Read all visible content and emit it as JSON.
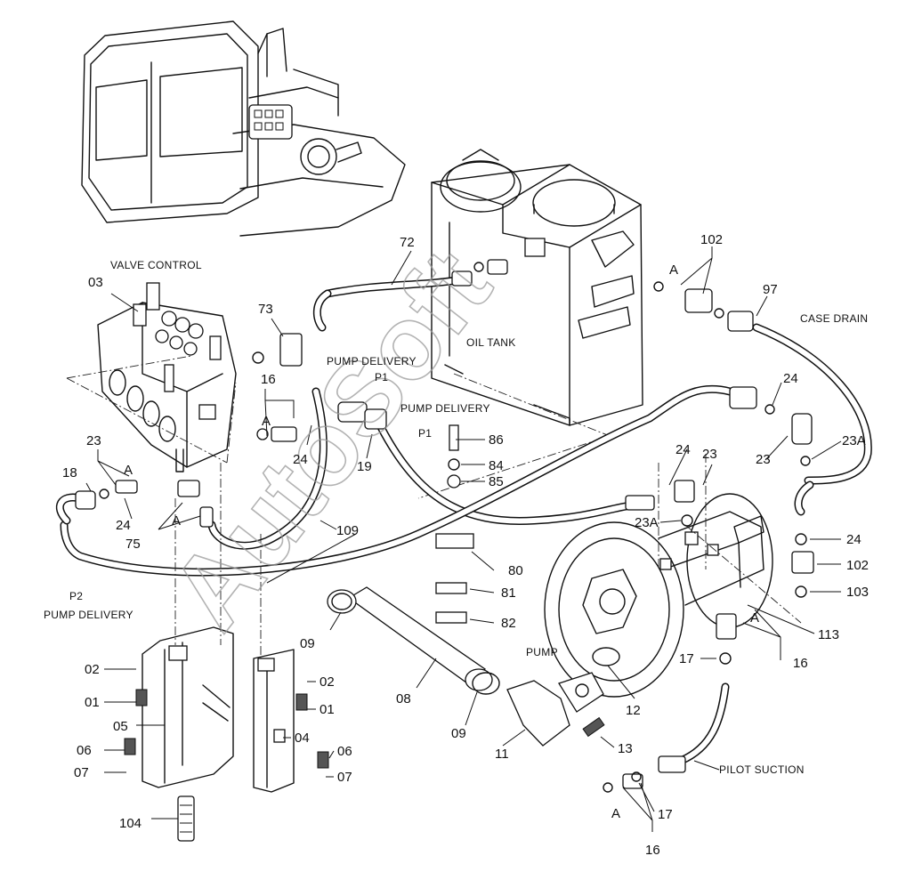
{
  "captions": {
    "valve_control": "VALVE CONTROL",
    "oil_tank": "OIL TANK",
    "pump_delivery_1": "PUMP DELIVERY",
    "pump_delivery_2": "PUMP DELIVERY",
    "pump_delivery_3": "PUMP DELIVERY",
    "case_drain": "CASE DRAIN",
    "pump": "PUMP",
    "pilot_suction": "PILOT SUCTION"
  },
  "port_labels": {
    "p1_a": "P1",
    "p1_b": "P1",
    "p2": "P2"
  },
  "detail_marks": [
    "A",
    "A",
    "A",
    "A",
    "A",
    "A"
  ],
  "watermark": "AutoSoft",
  "parts": [
    "72",
    "102",
    "97",
    "03",
    "73",
    "16",
    "24",
    "19",
    "86",
    "84",
    "85",
    "23",
    "18",
    "24",
    "75",
    "109",
    "24",
    "23",
    "23",
    "23A",
    "24",
    "23A",
    "24",
    "102",
    "103",
    "80",
    "81",
    "82",
    "113",
    "16",
    "17",
    "02",
    "01",
    "05",
    "06",
    "07",
    "02",
    "01",
    "04",
    "06",
    "07",
    "09",
    "08",
    "09",
    "12",
    "11",
    "13",
    "17",
    "16",
    "104"
  ]
}
